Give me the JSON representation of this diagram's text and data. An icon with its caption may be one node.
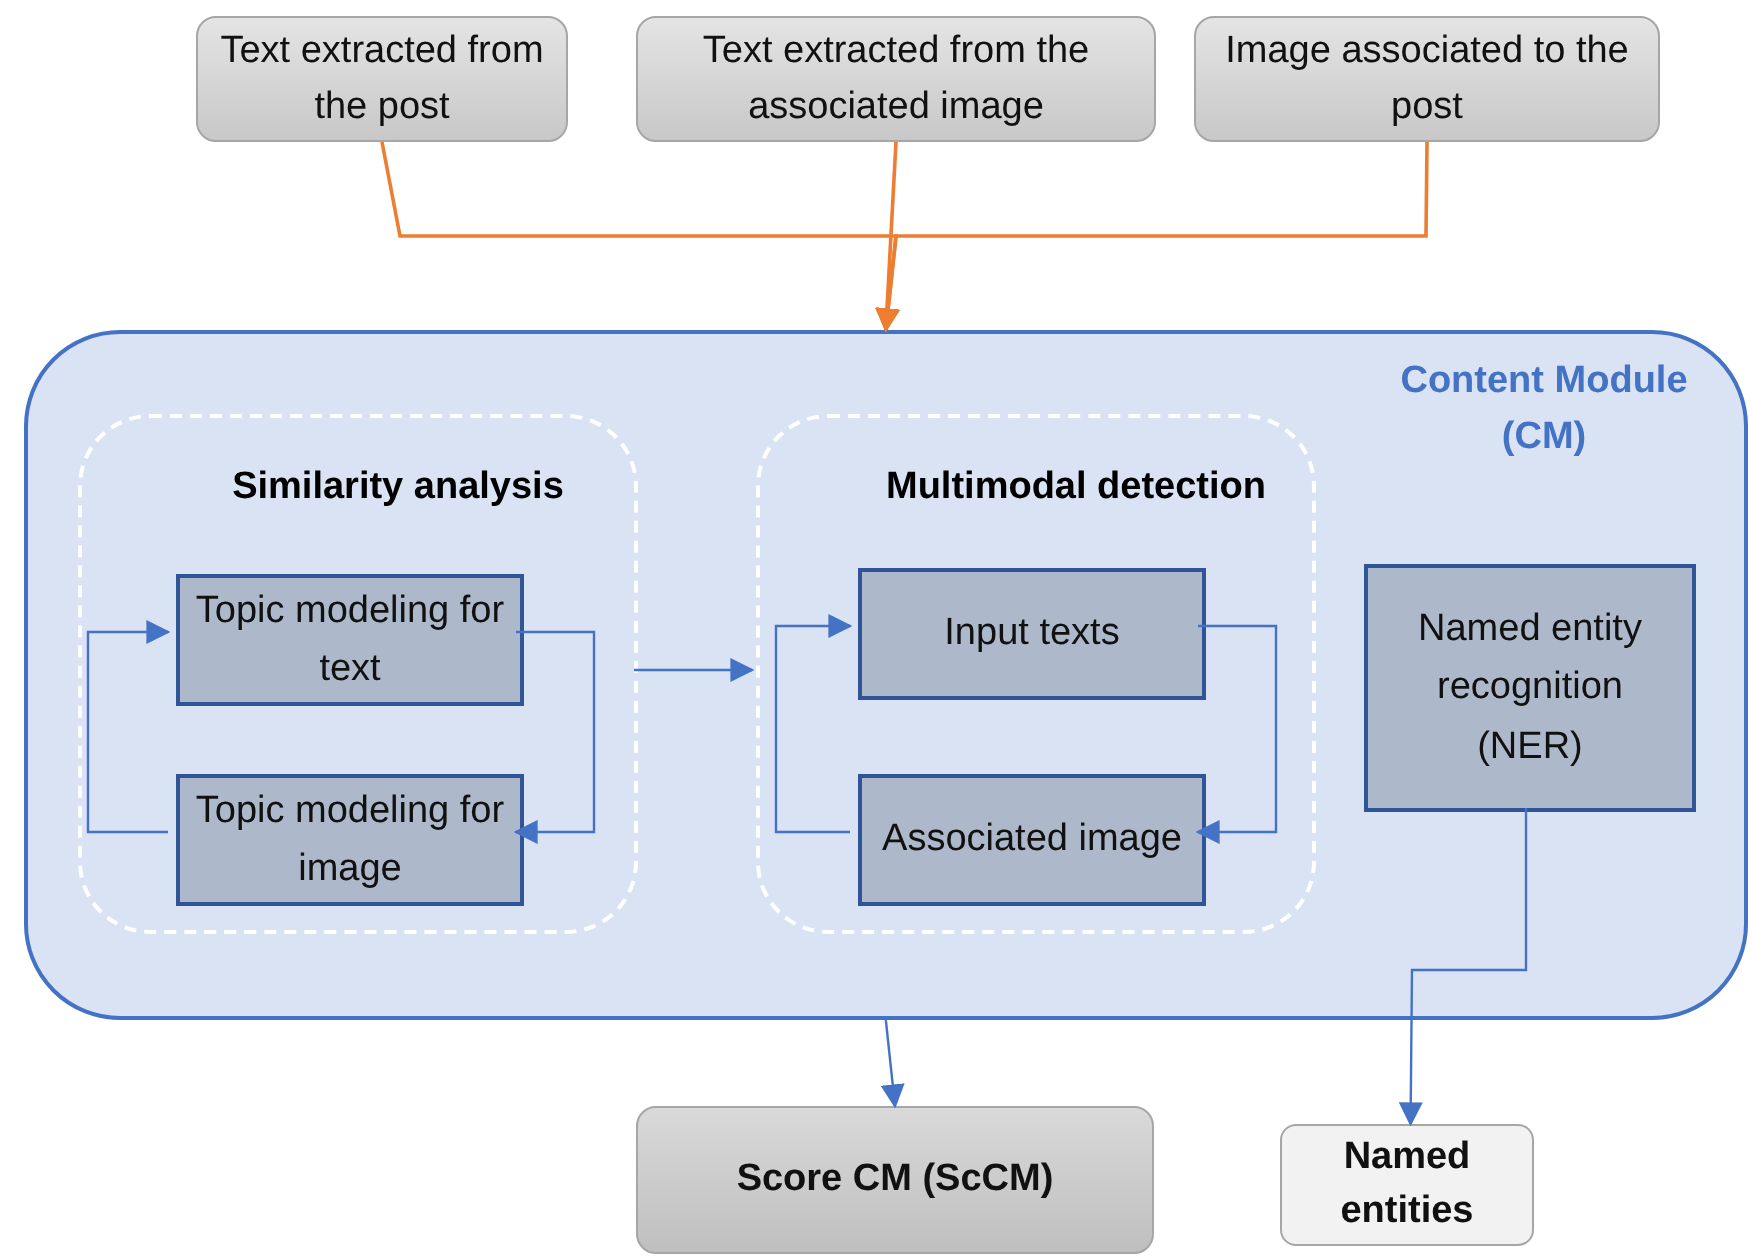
{
  "diagram": {
    "nodes": [
      {
        "text": [
          "Text extracted from the post"
        ]
      },
      {
        "text": [
          "Text extracted from the associated image"
        ]
      },
      {
        "text": [
          "Image associated to the post"
        ]
      },
      {
        "text": [
          "Content Module (CM)"
        ]
      },
      {
        "text": [
          "Similarity analysis"
        ],
        "in": 3
      },
      {
        "text": [
          "Topic modeling for text"
        ],
        "in": 4
      },
      {
        "text": [
          "Topic modeling for image"
        ],
        "in": 4
      },
      {
        "text": [
          "Multimodal detection"
        ],
        "in": 3
      },
      {
        "text": [
          "Input texts"
        ],
        "in": 7
      },
      {
        "text": [
          "Associated image"
        ],
        "in": 7
      },
      {
        "text": [
          "Named entity recognition (NER)"
        ],
        "in": 3
      },
      {
        "text": [
          "Score CM (ScCM)"
        ]
      },
      {
        "text": [
          "Named entities"
        ]
      }
    ],
    "edges": [
      {
        "from": 0,
        "to": 3,
        "arrow": "to",
        "color": "#ed7d31"
      },
      {
        "from": 1,
        "to": 3,
        "arrow": "to",
        "color": "#ed7d31"
      },
      {
        "from": 2,
        "to": 3,
        "arrow": "to",
        "color": "#ed7d31"
      },
      {
        "from": 5,
        "to": 6,
        "arrow": "to"
      },
      {
        "from": 6,
        "to": 5,
        "arrow": "to"
      },
      {
        "from": 4,
        "to": 7,
        "arrow": "to"
      },
      {
        "from": 8,
        "to": 9,
        "arrow": "to"
      },
      {
        "from": 9,
        "to": 8,
        "arrow": "to"
      },
      {
        "from": 3,
        "to": 11,
        "arrow": "to"
      },
      {
        "from": 10,
        "to": 12,
        "arrow": "to"
      }
    ]
  }
}
